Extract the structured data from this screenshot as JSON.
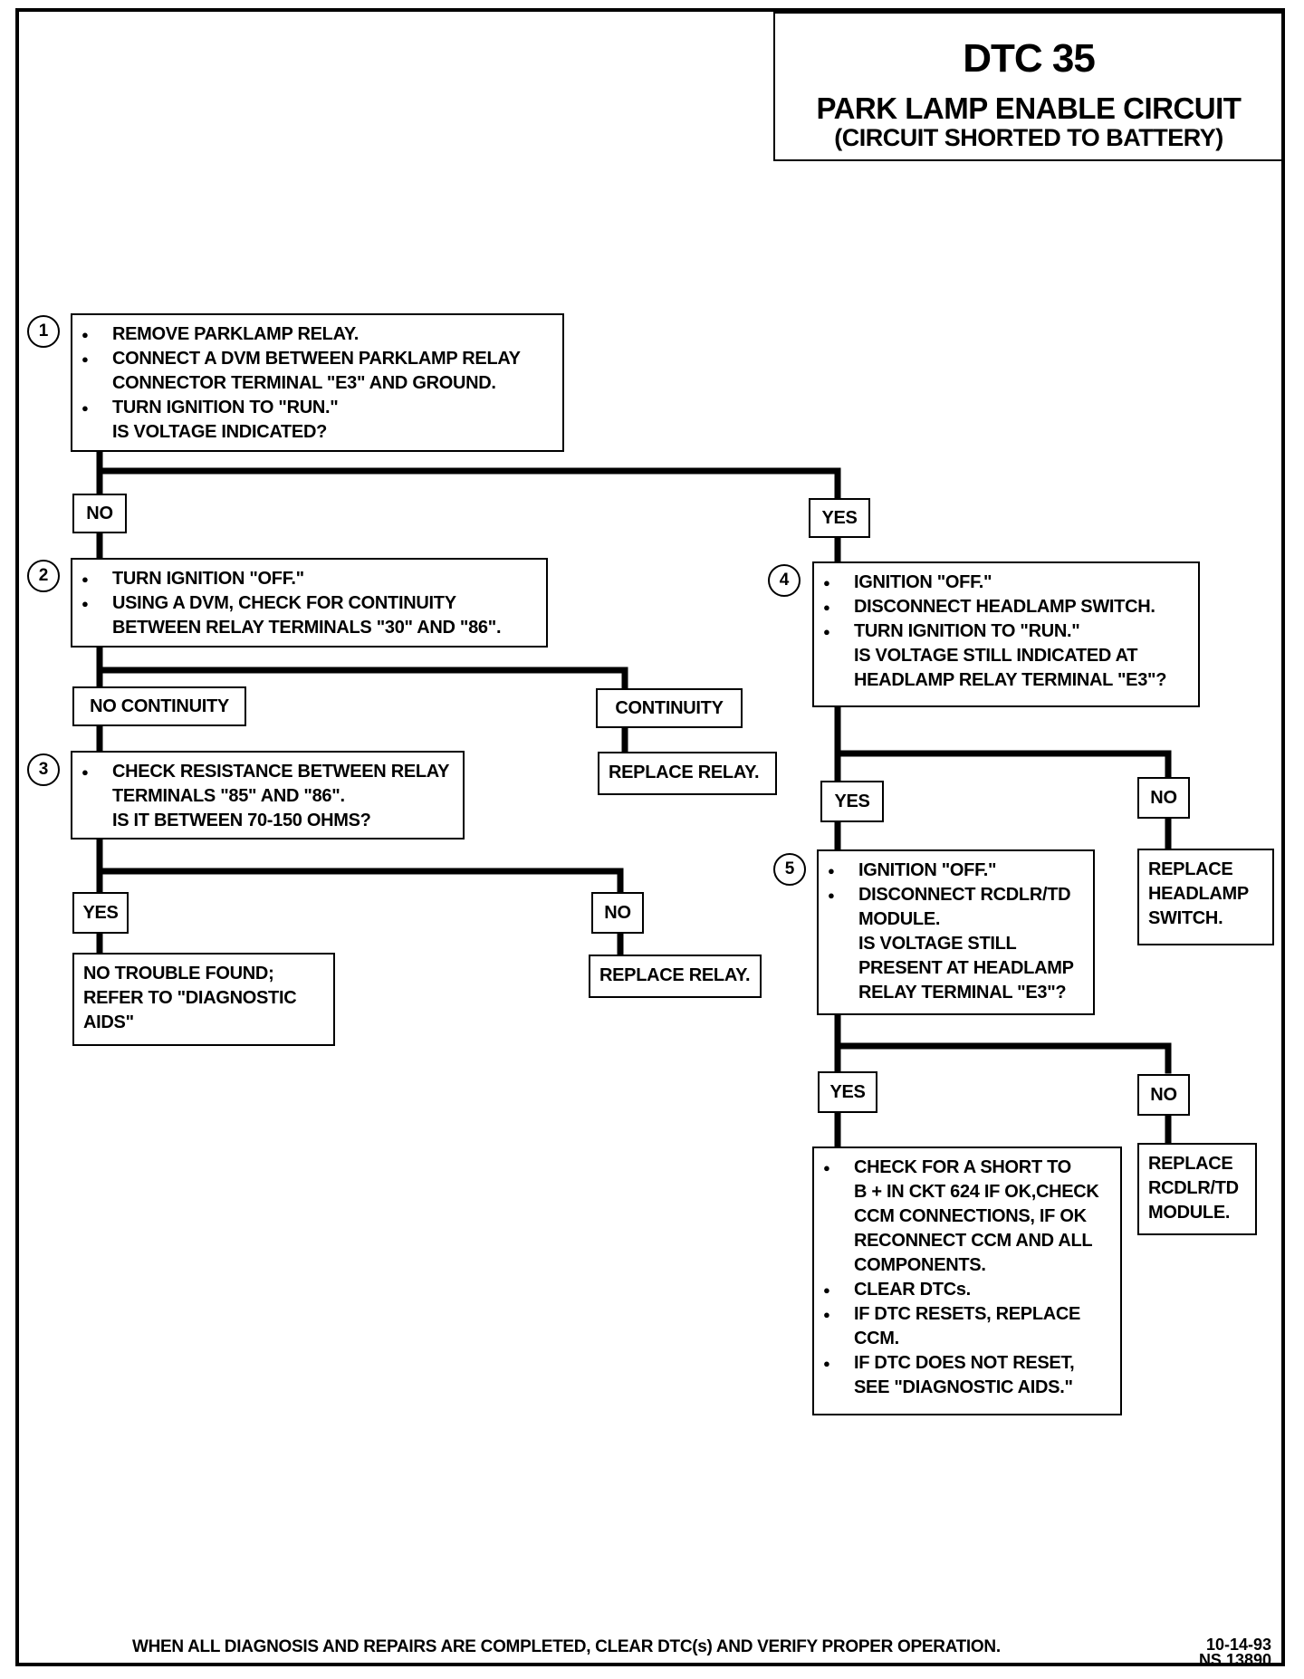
{
  "title": {
    "code": "DTC 35",
    "line1": "PARK LAMP ENABLE CIRCUIT",
    "line2": "(CIRCUIT SHORTED TO BATTERY)"
  },
  "steps": {
    "s1": {
      "number": "1",
      "lines": [
        "REMOVE PARKLAMP RELAY.",
        "CONNECT A DVM BETWEEN PARKLAMP RELAY",
        "CONNECTOR TERMINAL \"E3\" AND GROUND.",
        "TURN IGNITION TO \"RUN.\"",
        "IS VOLTAGE INDICATED?"
      ]
    },
    "s2": {
      "number": "2",
      "lines": [
        "TURN IGNITION \"OFF.\"",
        "USING A DVM, CHECK FOR CONTINUITY",
        "BETWEEN RELAY TERMINALS \"30\" AND \"86\"."
      ]
    },
    "s3": {
      "number": "3",
      "lines": [
        "CHECK RESISTANCE BETWEEN RELAY",
        "TERMINALS \"85\" AND \"86\".",
        "IS IT BETWEEN 70-150 OHMS?"
      ]
    },
    "s4": {
      "number": "4",
      "lines": [
        "IGNITION \"OFF.\"",
        "DISCONNECT HEADLAMP SWITCH.",
        "TURN IGNITION TO \"RUN.\"",
        "IS VOLTAGE STILL INDICATED AT",
        "HEADLAMP RELAY TERMINAL \"E3\"?"
      ]
    },
    "s5": {
      "number": "5",
      "lines": [
        "IGNITION \"OFF.\"",
        "DISCONNECT RCDLR/TD",
        "MODULE.",
        "IS VOLTAGE STILL",
        "PRESENT AT HEADLAMP",
        "RELAY TERMINAL \"E3\"?"
      ]
    }
  },
  "labels": {
    "no1": "NO",
    "yes1": "YES",
    "nocont": "NO CONTINUITY",
    "cont": "CONTINUITY",
    "yes3": "YES",
    "no3": "NO",
    "yes4": "YES",
    "no4": "NO",
    "yes5": "YES",
    "no5": "NO"
  },
  "results": {
    "replace_relay_1": [
      "REPLACE RELAY."
    ],
    "no_trouble": [
      "NO TROUBLE FOUND;",
      "REFER TO \"DIAGNOSTIC",
      "AIDS\""
    ],
    "replace_relay_2": [
      "REPLACE RELAY."
    ],
    "replace_headlamp": [
      "REPLACE",
      "HEADLAMP",
      "SWITCH."
    ],
    "final_check": [
      "CHECK FOR A SHORT TO",
      "B + IN CKT 624 IF OK,CHECK",
      "CCM CONNECTIONS, IF OK",
      "RECONNECT CCM AND ALL",
      "COMPONENTS.",
      "CLEAR DTCs.",
      "IF DTC RESETS, REPLACE",
      "CCM.",
      "IF DTC DOES NOT RESET,",
      "SEE \"DIAGNOSTIC AIDS.\""
    ],
    "replace_rcdlr": [
      "REPLACE",
      "RCDLR/TD",
      "MODULE."
    ]
  },
  "footer": {
    "note": "WHEN ALL DIAGNOSIS AND REPAIRS ARE COMPLETED, CLEAR DTC(s) AND VERIFY PROPER OPERATION.",
    "date": "10-14-93",
    "ref": "NS 13890"
  }
}
